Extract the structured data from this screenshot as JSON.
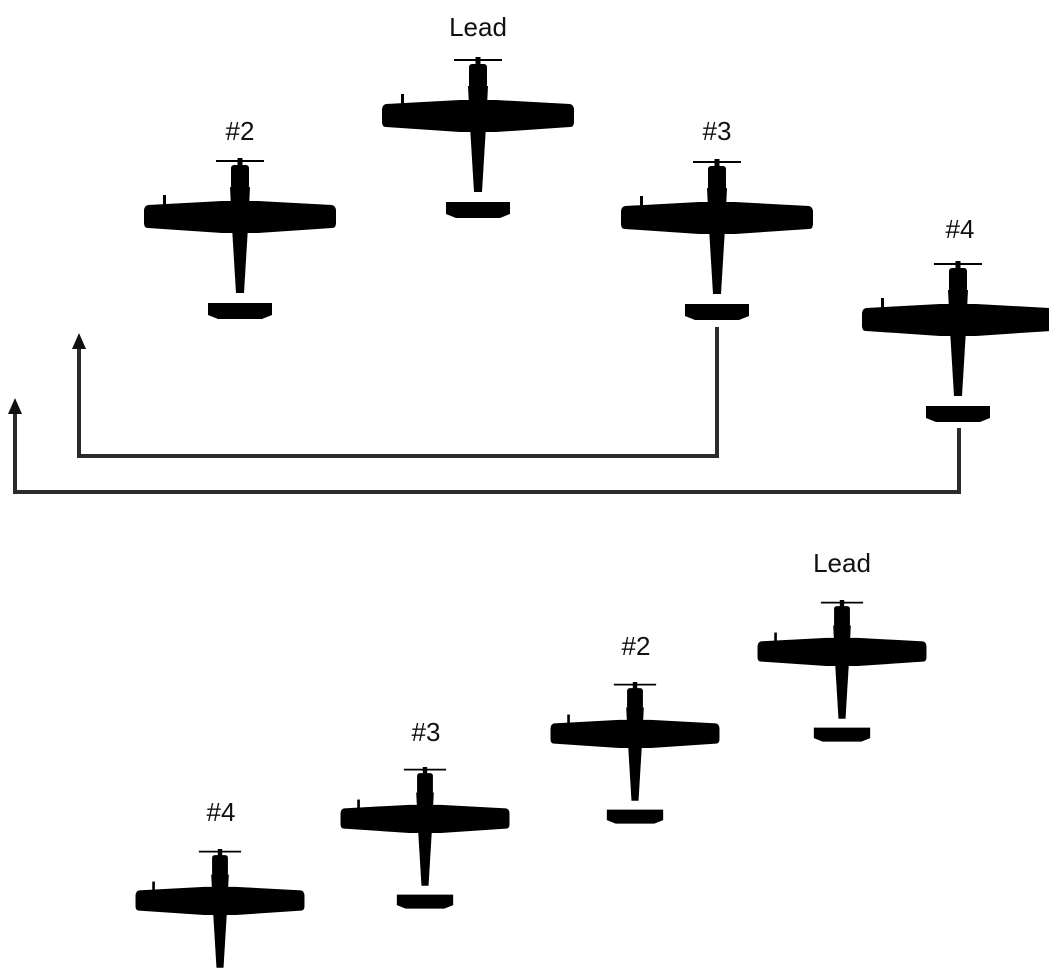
{
  "colors": {
    "plane": "#000000",
    "line": "#2b2b2b",
    "background": "#ffffff"
  },
  "icons": {
    "aircraft": "airplane-silhouette-icon",
    "arrowhead": "arrow-up-icon"
  },
  "formations": {
    "top": {
      "lead": "Lead",
      "wing2": "#2",
      "wing3": "#3",
      "wing4": "#4"
    },
    "bottom": {
      "lead": "Lead",
      "wing2": "#2",
      "wing3": "#3",
      "wing4": "#4"
    }
  }
}
